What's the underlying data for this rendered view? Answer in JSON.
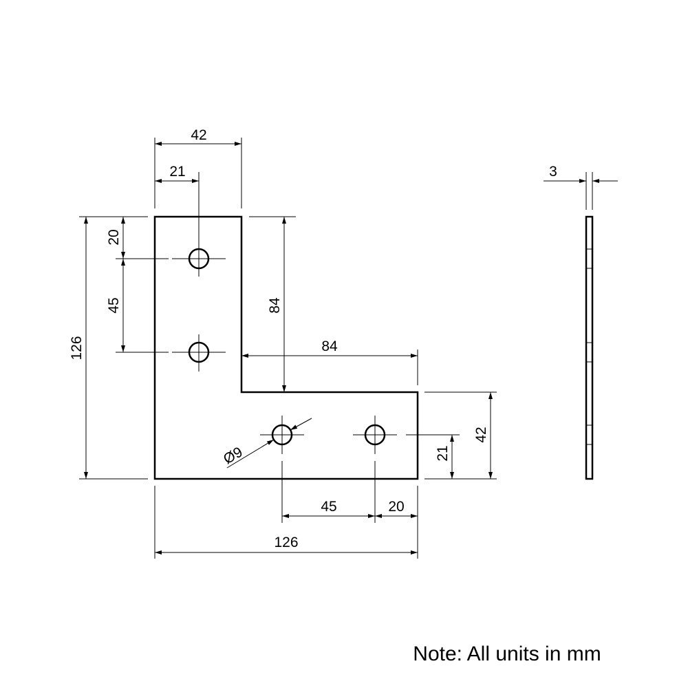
{
  "drawing": {
    "front_view": {
      "width_top": "42",
      "hole_offset_x": "21",
      "hole_offset_top": "20",
      "hole_spacing_vertical": "45",
      "overall_height": "126",
      "inner_height": "84",
      "inner_width": "84",
      "leg_height": "42",
      "hole_offset_bottom": "21",
      "hole_spacing_horizontal": "45",
      "hole_offset_right": "20",
      "overall_width": "126",
      "hole_diameter": "Ø9"
    },
    "side_view": {
      "thickness": "3"
    },
    "note": "Note: All units in mm"
  }
}
